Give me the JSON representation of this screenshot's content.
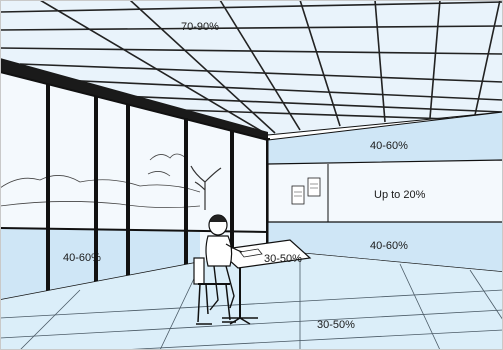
{
  "labels": {
    "ceiling": "70-90%",
    "right_wall_upper": "40-60%",
    "right_wall_window": "Up to 20%",
    "right_wall_lower": "40-60%",
    "left_wall_lower": "40-60%",
    "desk": "30-50%",
    "floor": "30-50%"
  },
  "colors": {
    "ceiling": "#e9f3fb",
    "wall": "#cfe6f6",
    "window": "#f4f9fd",
    "floor": "#dbeef9",
    "lines": "#111111"
  }
}
